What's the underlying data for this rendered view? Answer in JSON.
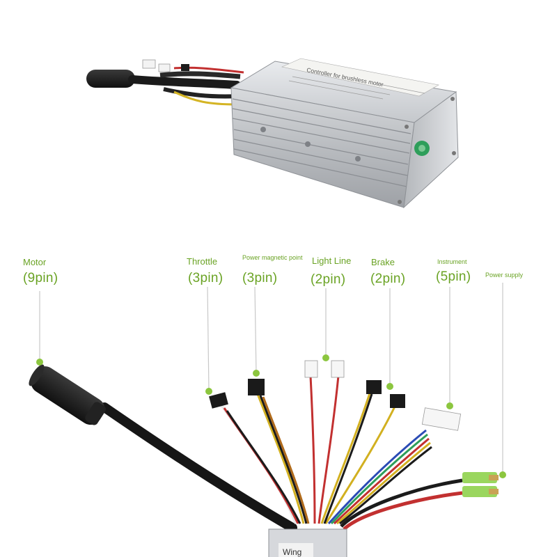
{
  "controller": {
    "label_text": "Controller for brushless motor",
    "badge_color": "#2e9e5a"
  },
  "connectors": [
    {
      "name": "Motor",
      "pins": "(9pin)"
    },
    {
      "name": "Throttle",
      "pins": "(3pin)"
    },
    {
      "name": "Power magnetic point",
      "pins": "(3pin)"
    },
    {
      "name": "Light Line",
      "pins": "(2pin)"
    },
    {
      "name": "Brake",
      "pins": "(2pin)"
    },
    {
      "name": "Instrument",
      "pins": "(5pin)"
    },
    {
      "name": "Power supply",
      "pins": ""
    }
  ],
  "bottom_label": "Wing",
  "colors": {
    "label_green": "#6aa324",
    "pointer_green": "#8cc63f",
    "housing_silver": "#c9ccd0",
    "cable_black": "#1b1b1b"
  }
}
